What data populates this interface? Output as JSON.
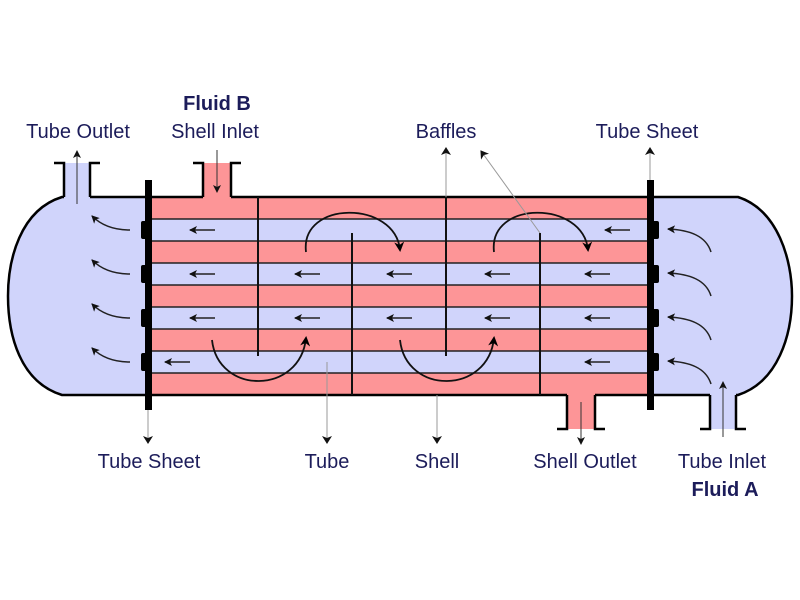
{
  "diagram": {
    "title": "Shell and Tube Heat Exchanger",
    "colors": {
      "tube_fluid": "#d0d4fb",
      "shell_fluid": "#fd9597",
      "outline": "#000000",
      "label_text": "#1c1c5a",
      "leader_line": "#888888"
    },
    "labels": {
      "fluid_b": "Fluid B",
      "shell_inlet": "Shell Inlet",
      "tube_outlet": "Tube Outlet",
      "baffles": "Baffles",
      "tube_sheet_top": "Tube Sheet",
      "tube_sheet_bottom": "Tube Sheet",
      "tube": "Tube",
      "shell": "Shell",
      "shell_outlet": "Shell Outlet",
      "tube_inlet": "Tube Inlet",
      "fluid_a": "Fluid A"
    },
    "tube_count": 4,
    "baffle_count": 4,
    "flow": {
      "tube_side_direction": "right-to-left",
      "shell_side_direction": "left-to-right"
    }
  }
}
